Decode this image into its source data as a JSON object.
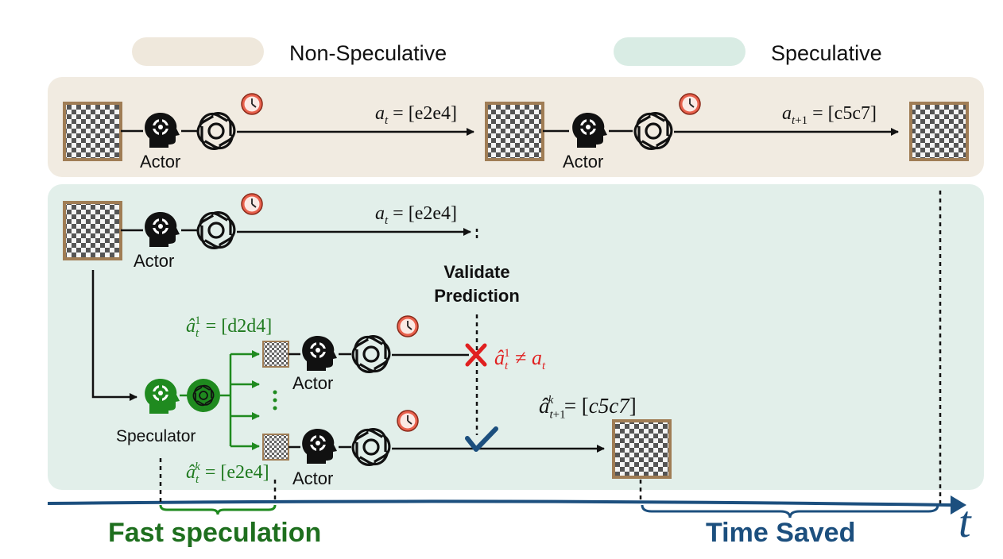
{
  "legend": {
    "non_speculative": "Non-Speculative",
    "speculative": "Speculative"
  },
  "colors": {
    "non_spec_bg": "#f1ebe1",
    "non_spec_legend": "#efe8dc",
    "spec_bg": "#e2efea",
    "spec_legend": "#d9ece4",
    "board_border": "#a07d55",
    "speculator_green": "#1f8a1f",
    "time_axis_blue": "#1c4f7e",
    "error_red": "#e02020",
    "check_blue": "#1c4f7e",
    "clock_red": "#e8614d"
  },
  "non_speculative": {
    "actor_1": "Actor",
    "actor_2": "Actor",
    "action_1": "= [e2e4]",
    "action_2": "= [c5c7]"
  },
  "speculative": {
    "actor_top": "Actor",
    "action_top": "= [e2e4]",
    "validate_line1": "Validate",
    "validate_line2": "Prediction",
    "pred_1": "= [d2d4]",
    "pred_k": "= [e2e4]",
    "actor_branch_1": "Actor",
    "actor_branch_k": "Actor",
    "speculator": "Speculator",
    "mismatch": "≠",
    "result_prefix": "= [",
    "result_move": "c5c7",
    "result_suffix": "]"
  },
  "timeline": {
    "fast_speculation": "Fast speculation",
    "time_saved": "Time Saved",
    "t_label": "t"
  },
  "icons": [
    "chessboard-icon",
    "actor-head-gear-icon",
    "llm-knot-icon",
    "clock-icon",
    "speculator-head-gear-icon",
    "error-x-icon",
    "checkmark-icon",
    "vertical-dots-icon"
  ]
}
